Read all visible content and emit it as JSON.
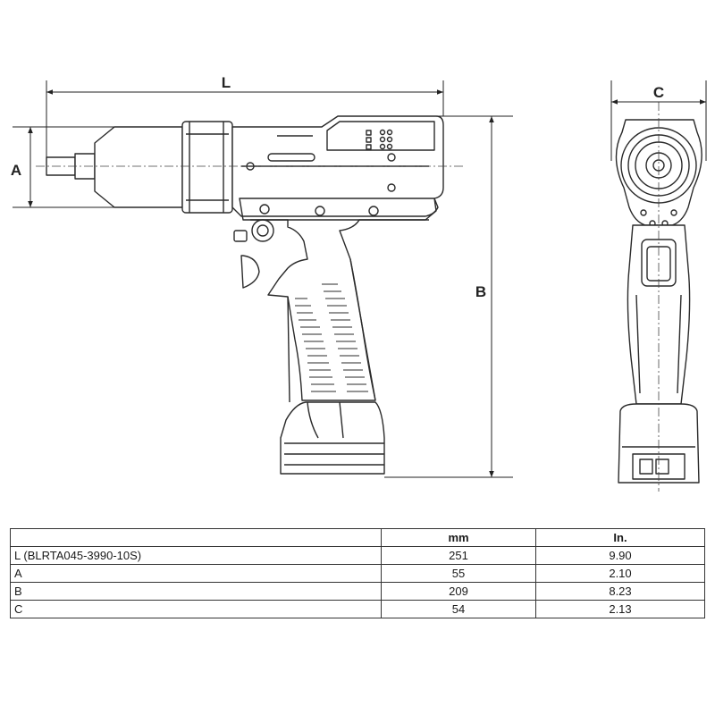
{
  "dimensions": {
    "L": "L",
    "A": "A",
    "B": "B",
    "C": "C"
  },
  "table": {
    "headers": [
      "",
      "mm",
      "In."
    ],
    "rows": [
      {
        "label": "L (BLRTA045-3990-10S)",
        "mm": "251",
        "in": "9.90"
      },
      {
        "label": "A",
        "mm": "55",
        "in": "2.10"
      },
      {
        "label": "B",
        "mm": "209",
        "in": "8.23"
      },
      {
        "label": "C",
        "mm": "54",
        "in": "2.13"
      }
    ]
  }
}
